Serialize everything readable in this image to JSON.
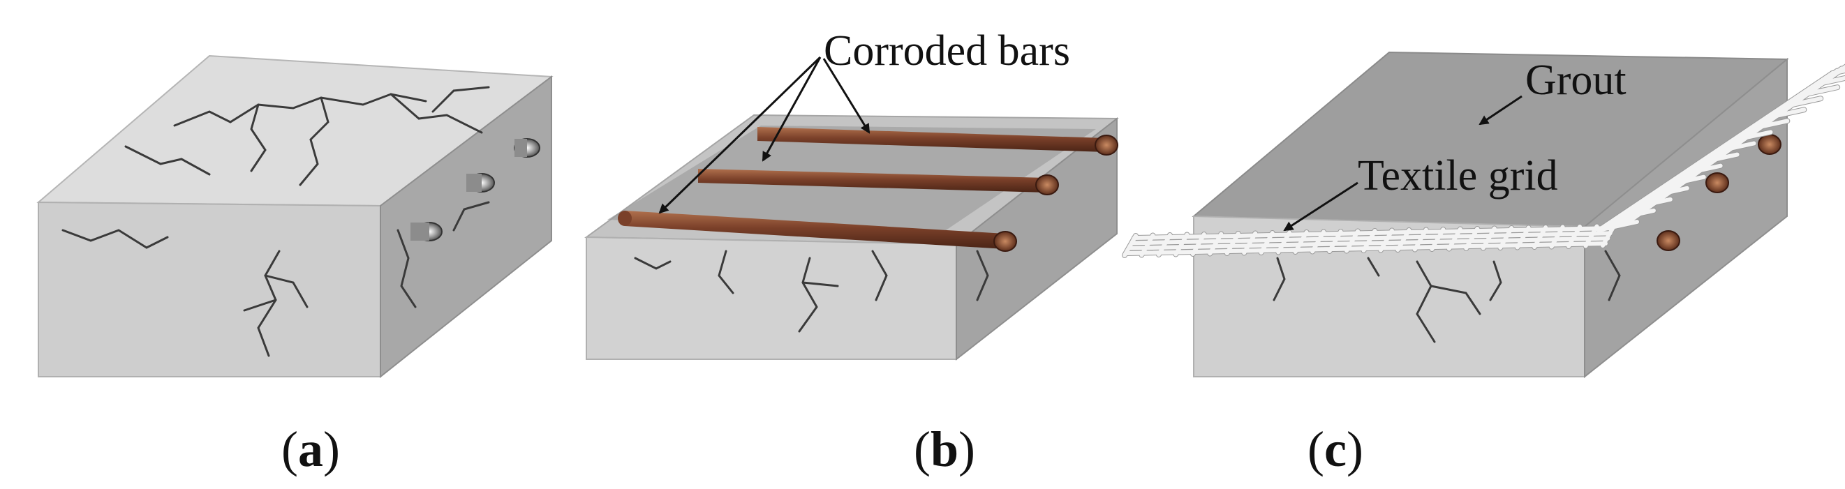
{
  "figure": {
    "panels": [
      {
        "id": "a",
        "paren_open": "(",
        "letter": "a",
        "paren_close": ")"
      },
      {
        "id": "b",
        "paren_open": "(",
        "letter": "b",
        "paren_close": ")"
      },
      {
        "id": "c",
        "paren_open": "(",
        "letter": "c",
        "paren_close": ")"
      }
    ],
    "annotations": {
      "corroded_bars": "Corroded bars",
      "grout": "Grout",
      "textile_grid": "Textile grid"
    },
    "colors": {
      "concrete_top": "#d8d8d8",
      "concrete_front": "#cfcfcf",
      "concrete_side": "#a9a9a9",
      "crack": "#3a3a3a",
      "rebar": "#6b3a28",
      "rebar_highlight": "#9a5a3e",
      "grout_top": "#9e9e9e",
      "grid": "#f4f4f4",
      "grid_edge": "#888888"
    }
  }
}
